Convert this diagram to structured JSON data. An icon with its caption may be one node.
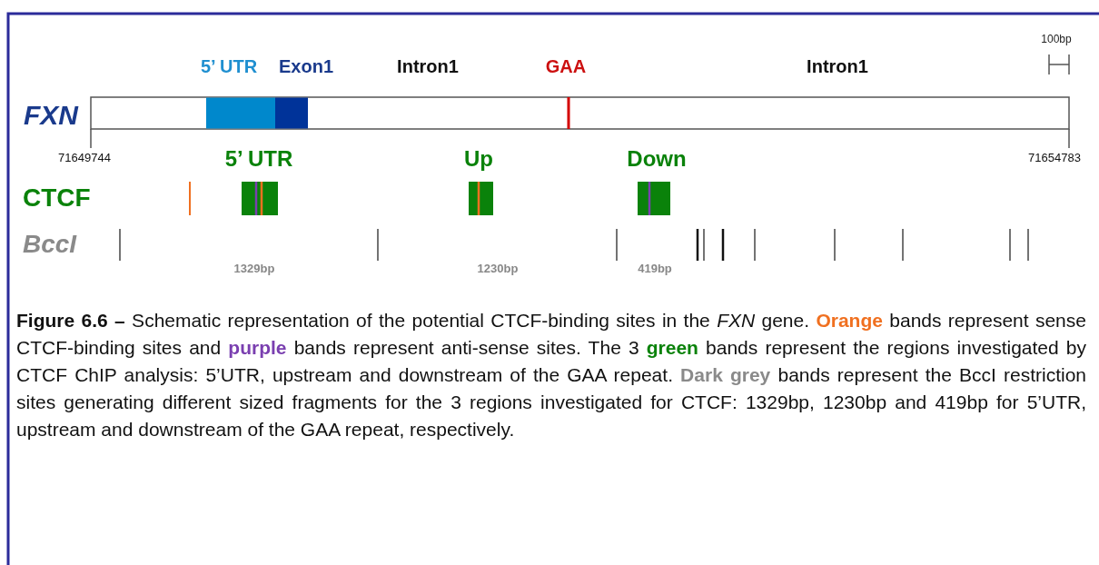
{
  "diagram": {
    "caption": "**Figure 6.6 –** Schematic representation of the potential CTCF-binding sites in the *FXN* gene. **Orange** bands represent sense CTCF-binding sites and **purple** bands represent anti-sense sites. The 3 **green** bands represent the regions investigated by CTCF ChIP analysis: 5’UTR, upstream and downstream of the GAA repeat. **Dark grey** bands represent the BccI restriction sites generating different sized fragments for the 3 regions investigated for CTCF: 1329bp, 1230bp and 419bp for 5’UTR, upstream and downstream of the GAA repeat, respectively.",
    "labels": [
      "100bp",
      "5’ UTR",
      "Exon1",
      "Intron1",
      "GAA",
      "Intron1",
      "FXN",
      "71649744",
      "5’ UTR",
      "Up",
      "Down",
      "71654783",
      "CTCF",
      "BccI",
      "1329bp",
      "1230bp",
      "419bp"
    ]
  }
}
